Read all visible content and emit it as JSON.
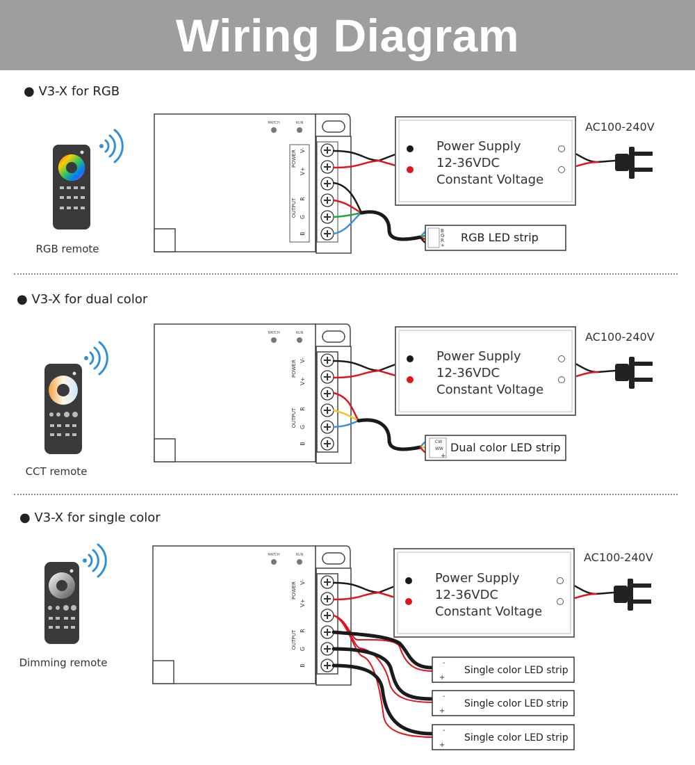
{
  "header": {
    "title": "Wiring Diagram"
  },
  "sections": [
    {
      "heading": "V3-X for RGB",
      "remote_caption": "RGB remote",
      "ac_label": "AC100-240V",
      "power_supply": [
        "Power Supply",
        "12-36VDC",
        "Constant Voltage"
      ],
      "controller": {
        "match": "MATCH",
        "run": "RUN",
        "power": "POWER",
        "output": "OUTPUT",
        "terminals": [
          "V-",
          "V+",
          "R",
          "G",
          "B"
        ]
      },
      "strips": [
        {
          "label": "RGB LED strip",
          "pins": [
            "B",
            "G",
            "R",
            "+"
          ]
        }
      ]
    },
    {
      "heading": "V3-X for dual color",
      "remote_caption": "CCT remote",
      "ac_label": "AC100-240V",
      "power_supply": [
        "Power Supply",
        "12-36VDC",
        "Constant Voltage"
      ],
      "controller": {
        "match": "MATCH",
        "run": "RUN",
        "power": "POWER",
        "output": "OUTPUT",
        "terminals": [
          "V-",
          "V+",
          "R",
          "G",
          "B"
        ]
      },
      "strips": [
        {
          "label": "Dual color LED strip",
          "pins": [
            "CW",
            "WW",
            "+"
          ]
        }
      ]
    },
    {
      "heading": "V3-X for single color",
      "remote_caption": "Dimming remote",
      "ac_label": "AC100-240V",
      "power_supply": [
        "Power Supply",
        "12-36VDC",
        "Constant Voltage"
      ],
      "controller": {
        "match": "MATCH",
        "run": "RUN",
        "power": "POWER",
        "output": "OUTPUT",
        "terminals": [
          "V-",
          "V+",
          "R",
          "G",
          "B"
        ]
      },
      "strips": [
        {
          "label": "Single color LED strip",
          "pins": [
            "-",
            "+"
          ]
        },
        {
          "label": "Single color LED strip",
          "pins": [
            "-",
            "+"
          ]
        },
        {
          "label": "Single color LED strip",
          "pins": [
            "-",
            "+"
          ]
        }
      ]
    }
  ],
  "colors": {
    "header_bg": "#9e9e9e",
    "wire_red": "#e0141e",
    "wire_black": "#1a1a1a",
    "wire_green": "#1fa83a",
    "wire_blue": "#3d8fe0",
    "wire_yellow": "#f2c81d"
  }
}
